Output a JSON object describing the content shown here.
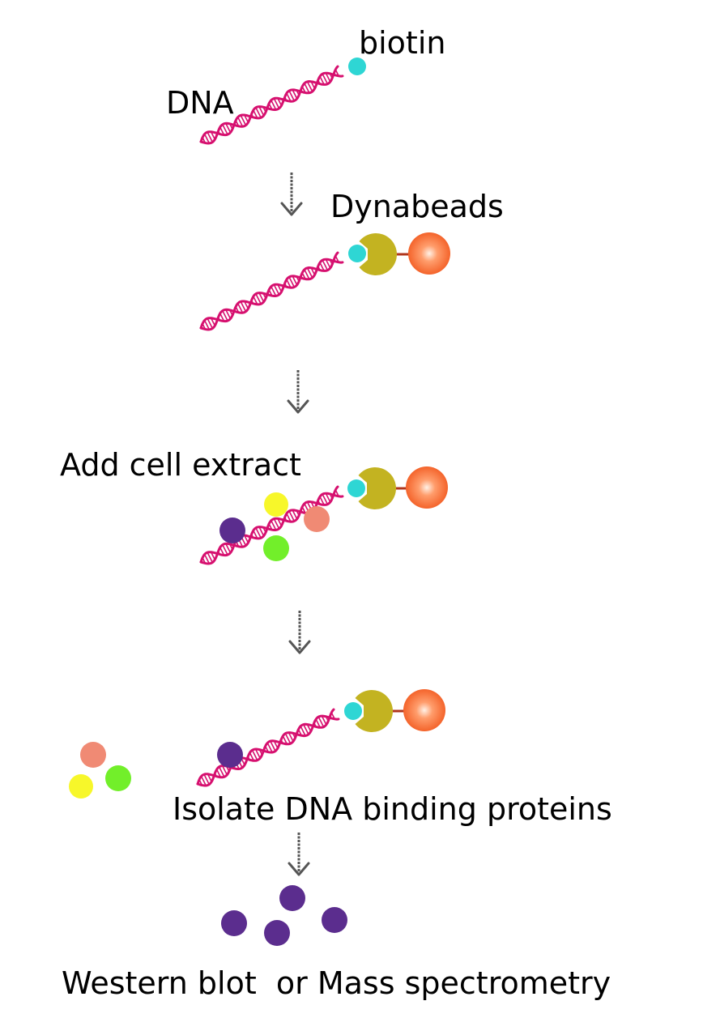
{
  "labels": {
    "biotin": "biotin",
    "dna": "DNA",
    "dynabeads": "Dynabeads",
    "add_cell_extract": "Add cell extract",
    "isolate": "Isolate DNA binding proteins",
    "final": "Western blot  or Mass spectrometry"
  },
  "colors": {
    "dna": "#d6106f",
    "biotin": "#2ed6d4",
    "streptavidin": "#c3b321",
    "bead": "#f25a20",
    "bead_highlight": "#ffe8d8",
    "linker": "#b0361c",
    "arrow": "#555555",
    "protein_purple": "#5b2d8e",
    "protein_yellow": "#f7f72a",
    "protein_salmon": "#f08a74",
    "protein_green": "#72ef2a"
  }
}
